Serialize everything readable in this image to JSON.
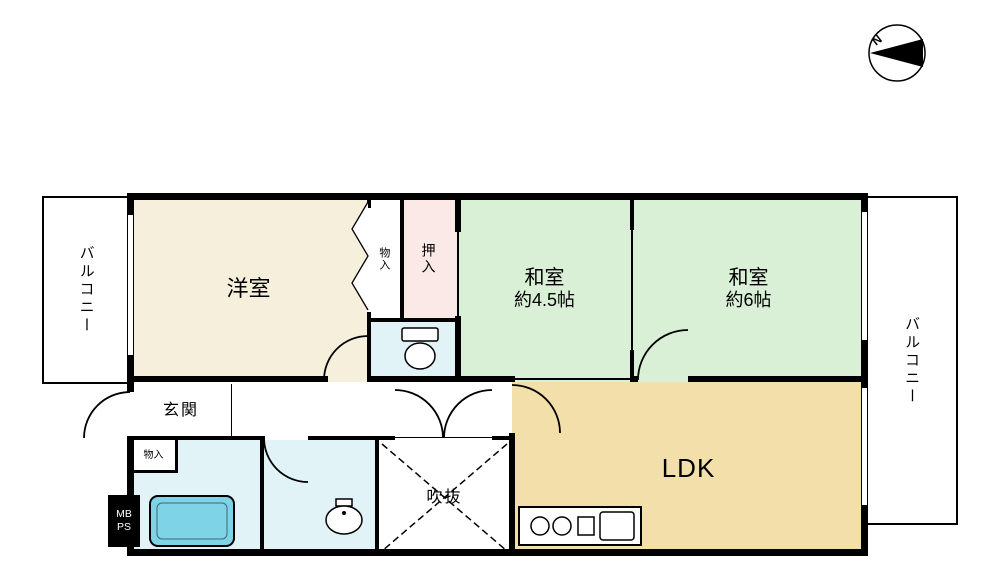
{
  "compass": {
    "label": "N"
  },
  "rooms": {
    "balcony_left": {
      "label": "バルコニー"
    },
    "western_room": {
      "label": "洋室"
    },
    "storage_top": {
      "label": "物入"
    },
    "oshiire": {
      "label": "押入"
    },
    "japanese_room_45": {
      "label": "和室",
      "size": "約4.5帖"
    },
    "japanese_room_6": {
      "label": "和室",
      "size": "約6帖"
    },
    "balcony_right": {
      "label": "バルコニー"
    },
    "genkan": {
      "label": "玄関"
    },
    "storage_small": {
      "label": "物入"
    },
    "mb_ps": {
      "line1": "MB",
      "line2": "PS"
    },
    "void": {
      "label": "吹抜"
    },
    "ldk": {
      "label": "LDK"
    }
  },
  "colors": {
    "wall": "#000000",
    "western_room": "#f6efdc",
    "japanese_room": "#d9efd6",
    "oshiire": "#fbe9e7",
    "ldk": "#f3dfa9",
    "wet_area": "#e2f3f8",
    "bathtub": "#7ed3e6",
    "background": "#ffffff"
  }
}
